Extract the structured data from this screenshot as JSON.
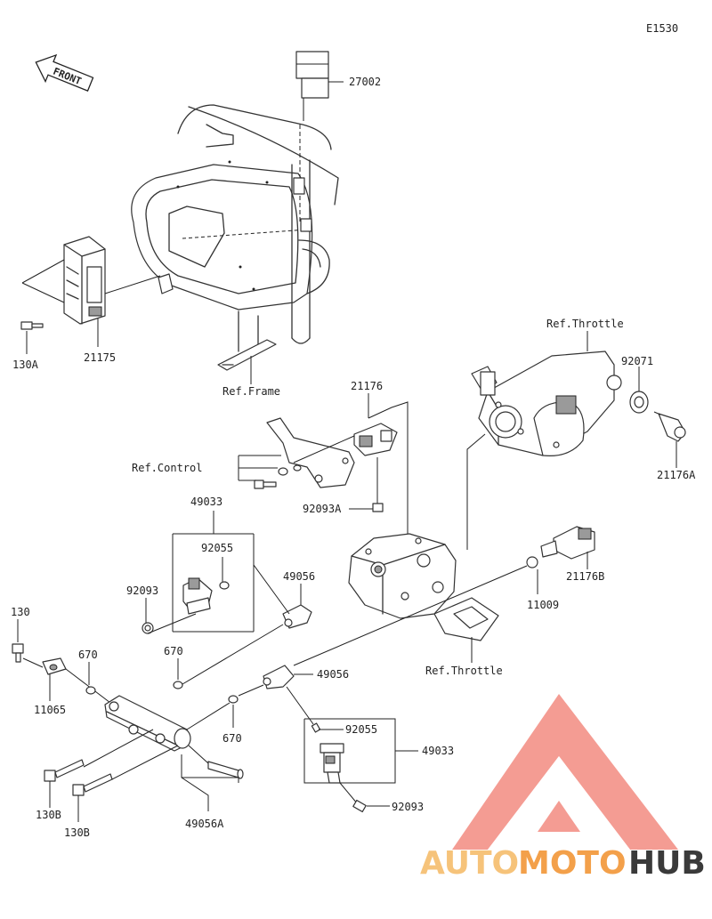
{
  "diagram_code": "E1530",
  "front_label": "FRONT",
  "watermark": {
    "part1": "AUTO",
    "part2": "MOTO",
    "part3": "HUB",
    "color_light": "#f6c37a",
    "color_mid": "#f3a04a",
    "color_dark": "#3a3a3a",
    "logo_color": "#f28b80"
  },
  "part_labels": {
    "p27002": "27002",
    "p130A": "130A",
    "p21175": "21175",
    "ref_frame": "Ref.Frame",
    "ref_throttle_top": "Ref.Throttle",
    "p92071": "92071",
    "p21176": "21176",
    "p21176A": "21176A",
    "ref_control": "Ref.Control",
    "p49033_top": "49033",
    "p92093A": "92093A",
    "p92055_top": "92055",
    "p92093_left": "92093",
    "p49056_top": "49056",
    "p21176B": "21176B",
    "p11009": "11009",
    "p130": "130",
    "p670_a": "670",
    "p670_b": "670",
    "p11065": "11065",
    "ref_throttle_bottom": "Ref.Throttle",
    "p49056_mid": "49056",
    "p670_c": "670",
    "p92055_bottom": "92055",
    "p49033_bottom": "49033",
    "p130B_a": "130B",
    "p130B_b": "130B",
    "p92093_bottom": "92093",
    "p49056A": "49056A"
  }
}
